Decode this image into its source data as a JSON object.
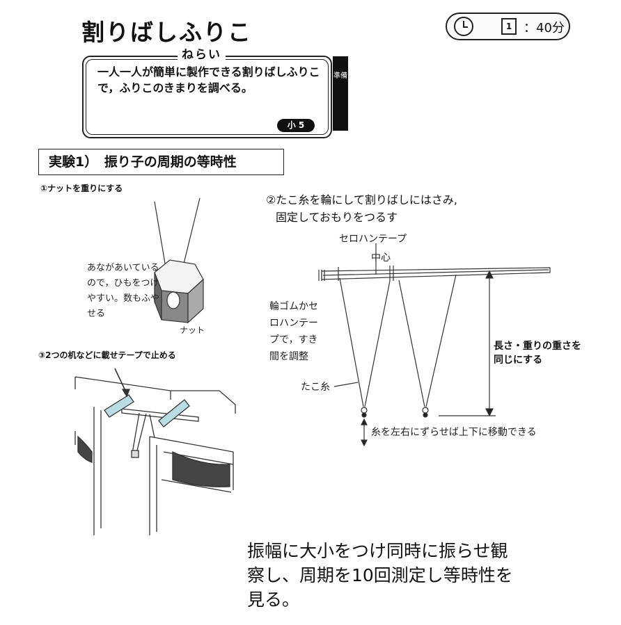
{
  "title": "割りばしふりこ",
  "time_badge": {
    "icon_label": "1",
    "duration": "：40分"
  },
  "aim": {
    "label": "ねらい",
    "text": "一人一人が簡単に製作できる割りばしふりこで，ふりこのきまりを調べる。",
    "grade": "小 5"
  },
  "prep_label": "準備",
  "experiment_title": "実験1）　振り子の周期の等時性",
  "steps": {
    "step1": "①ナットを重りにする",
    "step2_line1": "②たこ糸を輪にして割りばしにはさみ,",
    "step2_line2": "固定しておもりをつるす",
    "step3": "③2つの机などに載せテープで止める"
  },
  "nut_diagram": {
    "note": "あながあいているので，ひもをつけやすい。数もふやせる",
    "nut_label": "ナット"
  },
  "pendulum_diagram": {
    "cellotape": "セロハンテープ",
    "center": "中心",
    "rubber_note": "輪ゴムかセロハンテープで，すき間を調整",
    "kite_string": "たこ糸",
    "same_length_note": "長さ・重りの重さを同じにする",
    "move_note": "糸を左右にずらせば上下に移動できる"
  },
  "conclusion": "振幅に大小をつけ同時に振らせ観察し、周期を10回測定し等時性を見る。"
}
